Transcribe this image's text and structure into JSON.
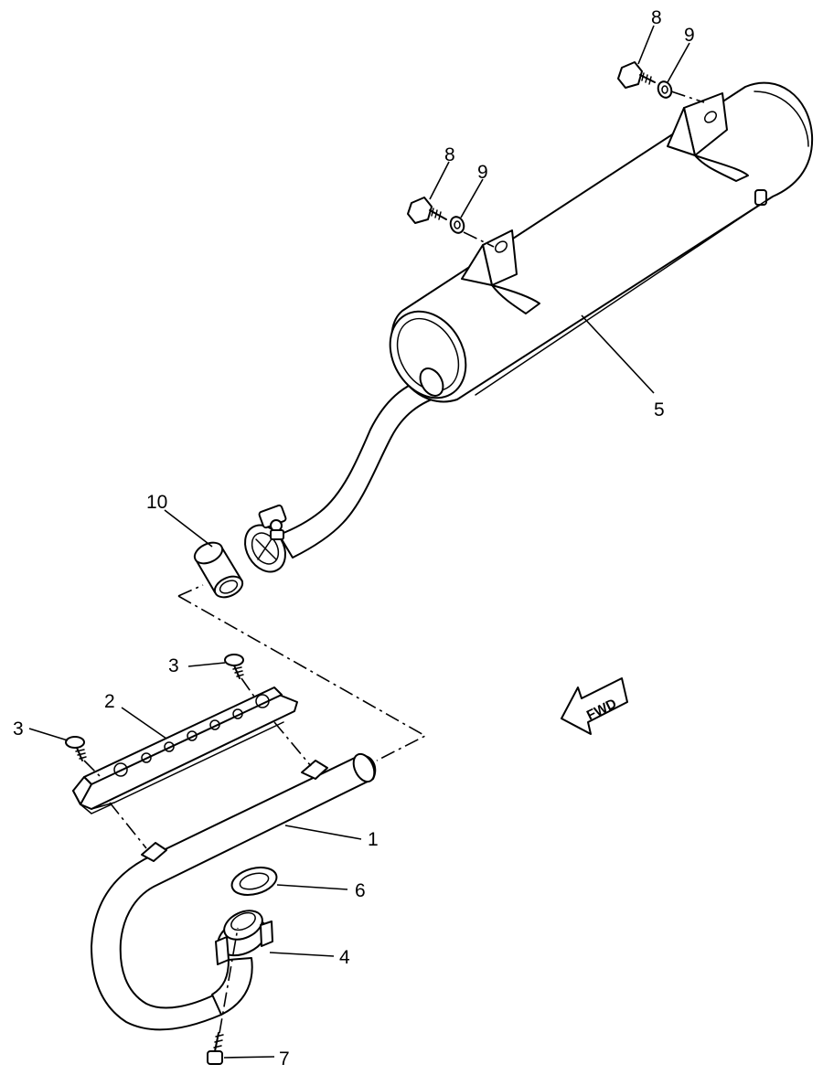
{
  "callouts": {
    "c1": "1",
    "c2": "2",
    "c3a": "3",
    "c3b": "3",
    "c4": "4",
    "c5": "5",
    "c6": "6",
    "c7": "7",
    "c8a": "8",
    "c8b": "8",
    "c9a": "9",
    "c9b": "9",
    "c10": "10"
  },
  "fwd_label": "FWD"
}
